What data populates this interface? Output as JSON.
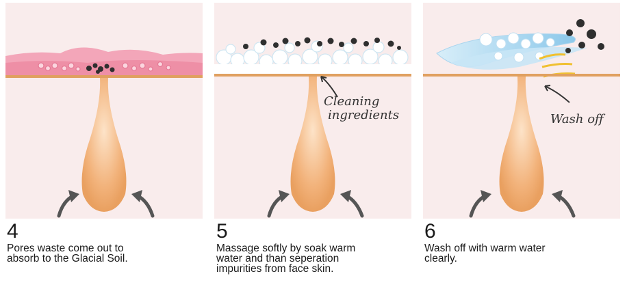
{
  "colors": {
    "panel_bg": "#f9ecec",
    "skin_line": "#e0a060",
    "follicle": "#f4b87a",
    "skin_pink": "#f2a4b8",
    "arrow": "#555555",
    "foam": "#ffffff",
    "water": "#a8d8f0",
    "dirt": "#2f2f2f",
    "wash_arrow": "#f0c030"
  },
  "steps": [
    {
      "number": "4",
      "text": "Pores waste come out to\nabsorb to the Glacial Soil."
    },
    {
      "number": "5",
      "text": "Massage softly by soak warm\nwater and than seperation\nimpurities from face skin."
    },
    {
      "number": "6",
      "text": "Wash off with warm water\nclearly."
    }
  ],
  "annotations": {
    "cleaning_line1": "Cleaning",
    "cleaning_line2": "ingredients",
    "wash_off": "Wash off"
  }
}
